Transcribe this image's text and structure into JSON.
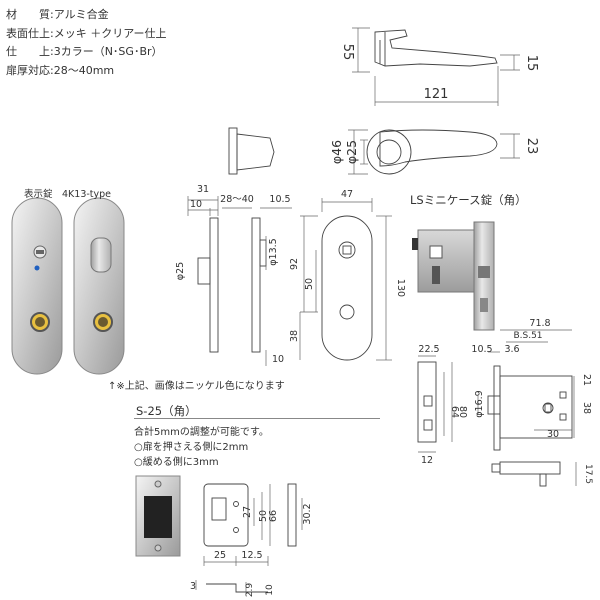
{
  "specs": {
    "material": "材　　質:アルミ合金",
    "finish": "表面仕上:メッキ ＋クリアー仕上",
    "colors": "仕　　上:3カラー（N･SG･Br）",
    "door": "扉厚対応:28～40mm"
  },
  "lever": {
    "h": "55",
    "w": "121",
    "t": "15",
    "rose_outer": "φ46",
    "rose_inner": "φ25",
    "rose_w": "23"
  },
  "indicator": {
    "caption": "表示錠　4K13-type",
    "d1": "31",
    "d2": "10",
    "d3": "28～40",
    "d4": "10.5",
    "d5": "φ25",
    "d6": "φ13.5",
    "d7": "47",
    "d8": "92",
    "d9": "50",
    "d10": "130",
    "d11": "38",
    "d12": "10"
  },
  "note": "↑※上記、画像はニッケル色になります",
  "ls": {
    "title": "LSミニケース錠（角）",
    "d1": "22.5",
    "d2": "10.5",
    "d3": "71.8",
    "d4": "B.S.51",
    "d5": "3.6",
    "d6": "21",
    "d7": "φ16.9",
    "d8": "64",
    "d9": "80",
    "d10": "38",
    "d11": "30",
    "d12": "12",
    "d13": "17.5"
  },
  "s25": {
    "title": "S-25（角）",
    "line1": "合計5mmの調整が可能です。",
    "line2": "○扉を押さえる側に2mm",
    "line3": "○緩める側に3mm",
    "d1": "27",
    "d2": "50",
    "d3": "66",
    "d4": "30.2",
    "d5": "25",
    "d6": "12.5",
    "d7": "3",
    "d8": "2.9",
    "d9": "10"
  }
}
